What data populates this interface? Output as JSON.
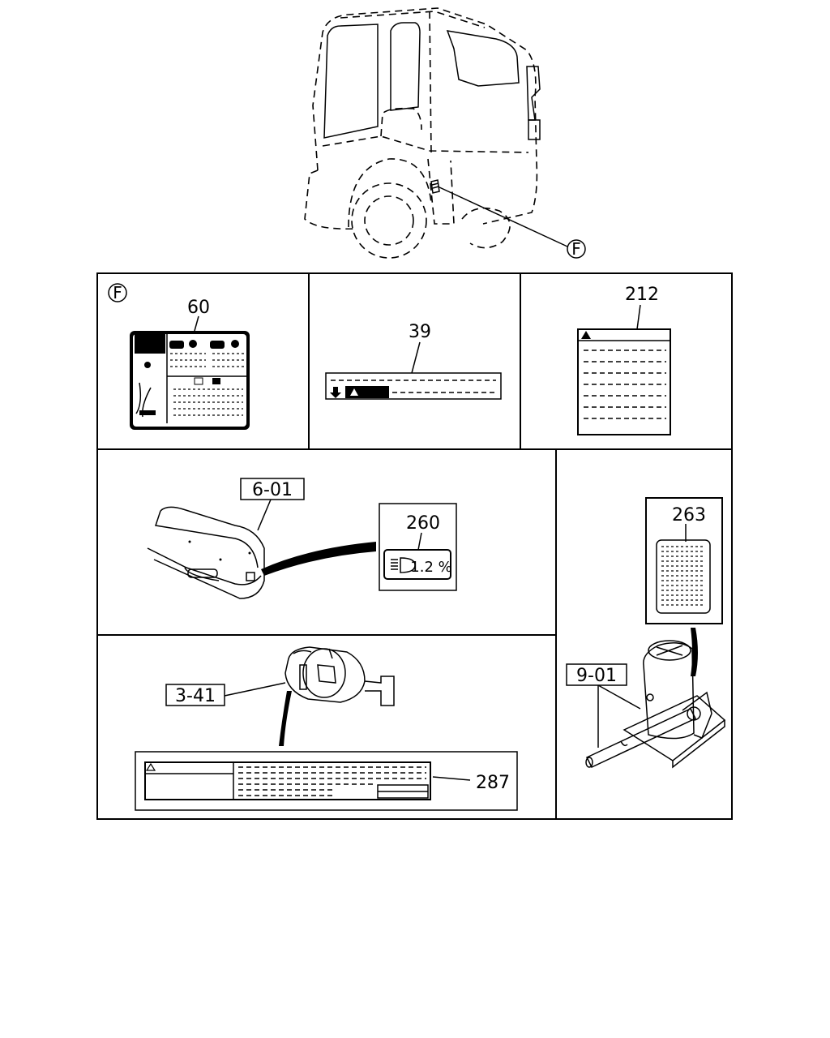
{
  "callouts": {
    "detail_marker": "F",
    "panel_f_marker": "F",
    "part_60": "60",
    "part_39": "39",
    "part_212": "212",
    "part_6_01": "6-01",
    "part_260": "260",
    "part_260_text": "1.2 %",
    "part_263": "263",
    "part_3_41": "3-41",
    "part_9_01": "9-01",
    "part_287": "287"
  },
  "icons": [
    "warning-triangle-icon",
    "down-arrow-icon",
    "headlamp-icon"
  ],
  "colors": {
    "line": "#000000",
    "background": "#ffffff"
  }
}
